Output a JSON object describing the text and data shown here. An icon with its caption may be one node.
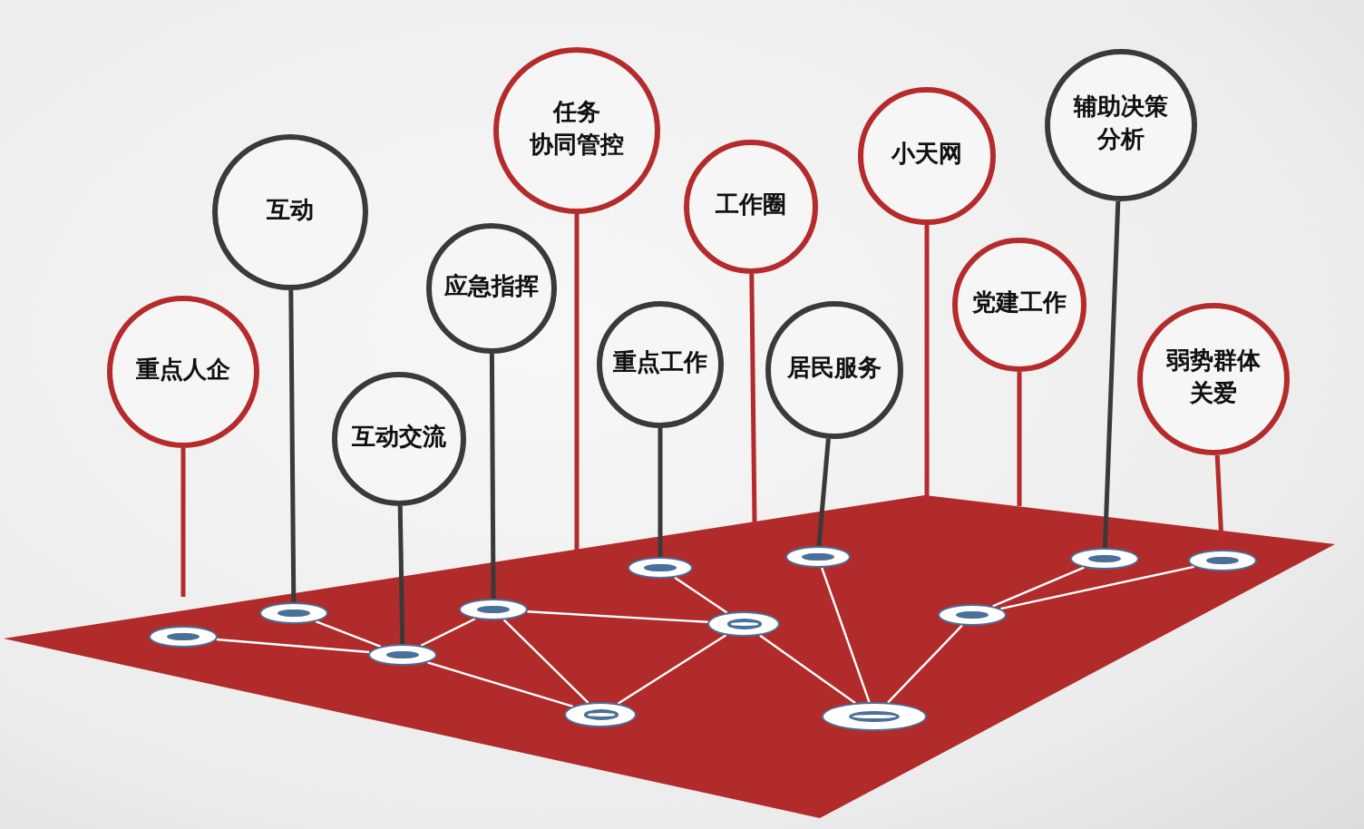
{
  "diagram": {
    "nodes": [
      {
        "text": [
          "重点人企"
        ]
      },
      {
        "text": [
          "互动"
        ]
      },
      {
        "text": [
          "互动交流"
        ]
      },
      {
        "text": [
          "应急指挥"
        ]
      },
      {
        "text": [
          "任务协同管控"
        ]
      },
      {
        "text": [
          "重点工作"
        ]
      },
      {
        "text": [
          "工作圈"
        ]
      },
      {
        "text": [
          "居民服务"
        ]
      },
      {
        "text": [
          "小天网"
        ]
      },
      {
        "text": [
          "党建工作"
        ]
      },
      {
        "text": [
          "辅助决策分析"
        ]
      },
      {
        "text": [
          "弱势群体关爱"
        ]
      },
      {
        "text": [],
        "shape": "circle"
      },
      {
        "text": [],
        "shape": "circle"
      },
      {
        "text": [],
        "shape": "circle"
      },
      {
        "text": [],
        "shape": "circle"
      },
      {
        "text": [],
        "shape": "circle"
      },
      {
        "text": [],
        "shape": "circle"
      },
      {
        "text": [],
        "shape": "circle"
      },
      {
        "text": [],
        "shape": "circle"
      },
      {
        "text": [],
        "shape": "circle"
      },
      {
        "text": [],
        "shape": "circle"
      },
      {
        "text": [],
        "shape": "circle"
      },
      {
        "text": [],
        "shape": "circle"
      }
    ],
    "edges": [
      {
        "from": 0,
        "to": null,
        "arrow": "none",
        "color": "#b52b2b"
      },
      {
        "from": 1,
        "to": 13,
        "arrow": "none",
        "color": "#3a3a3a"
      },
      {
        "from": 2,
        "to": 14,
        "arrow": "none",
        "color": "#3a3a3a"
      },
      {
        "from": 3,
        "to": 15,
        "arrow": "none",
        "color": "#3a3a3a"
      },
      {
        "from": 4,
        "to": null,
        "arrow": "none",
        "color": "#b52b2b"
      },
      {
        "from": 5,
        "to": 17,
        "arrow": "none",
        "color": "#3a3a3a"
      },
      {
        "from": 6,
        "to": null,
        "arrow": "none",
        "color": "#b52b2b"
      },
      {
        "from": 7,
        "to": 19,
        "arrow": "none",
        "color": "#3a3a3a"
      },
      {
        "from": 8,
        "to": null,
        "arrow": "none",
        "color": "#b52b2b"
      },
      {
        "from": 9,
        "to": null,
        "arrow": "none",
        "color": "#b52b2b"
      },
      {
        "from": 10,
        "to": 22,
        "arrow": "none",
        "color": "#3a3a3a"
      },
      {
        "from": 11,
        "to": 23,
        "arrow": "none",
        "color": "#b52b2b"
      },
      {
        "from": 12,
        "to": 14,
        "arrow": "none"
      },
      {
        "from": 13,
        "to": 14,
        "arrow": "none"
      },
      {
        "from": 14,
        "to": 15,
        "arrow": "none"
      },
      {
        "from": 14,
        "to": 16,
        "arrow": "none"
      },
      {
        "from": 15,
        "to": 16,
        "arrow": "none"
      },
      {
        "from": 15,
        "to": 18,
        "arrow": "none"
      },
      {
        "from": 17,
        "to": 18,
        "arrow": "none"
      },
      {
        "from": 16,
        "to": 18,
        "arrow": "none"
      },
      {
        "from": 18,
        "to": 20,
        "arrow": "none"
      },
      {
        "from": 19,
        "to": 20,
        "arrow": "none"
      },
      {
        "from": 20,
        "to": 21,
        "arrow": "none"
      },
      {
        "from": 21,
        "to": 22,
        "arrow": "none"
      },
      {
        "from": 21,
        "to": 23,
        "arrow": "none"
      }
    ]
  }
}
